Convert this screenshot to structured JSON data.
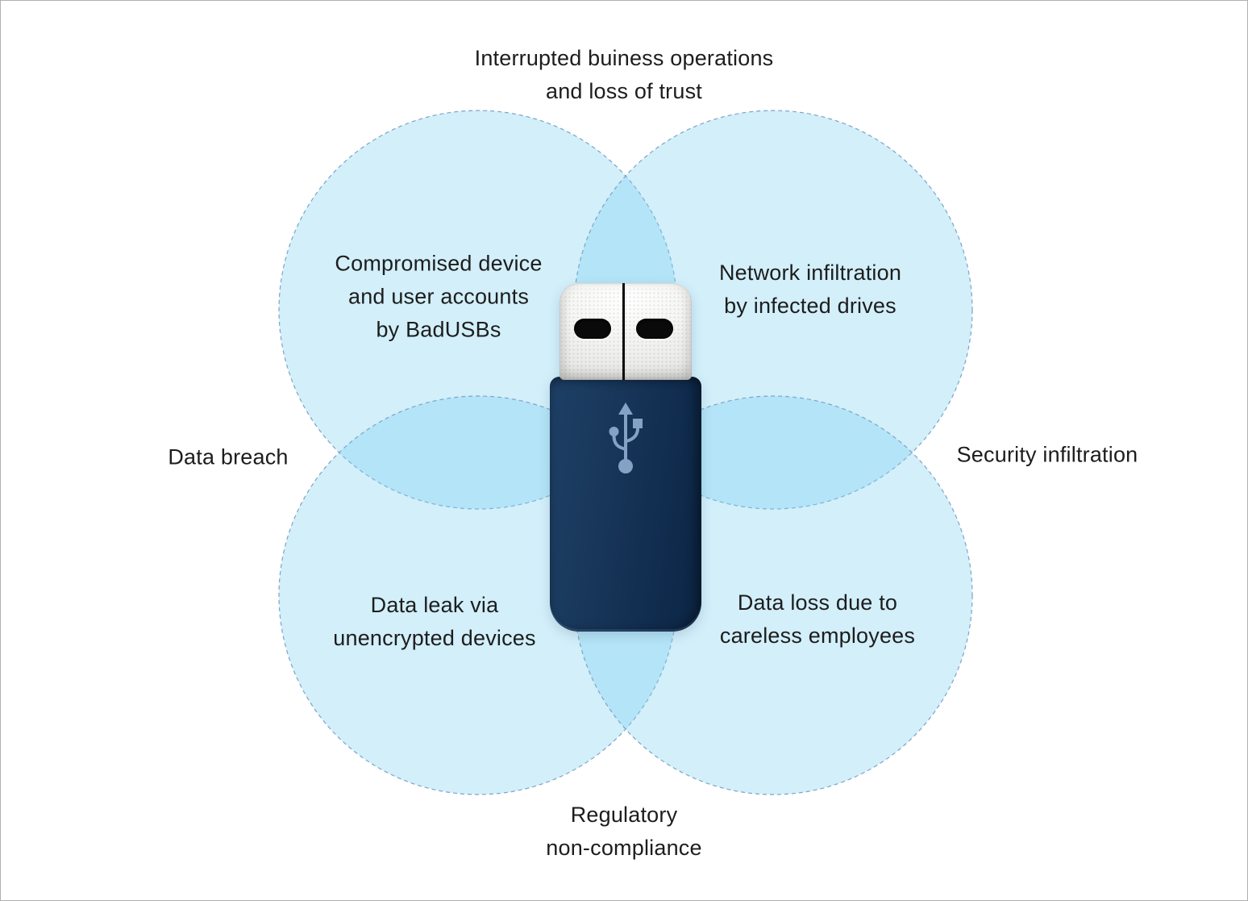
{
  "figure": {
    "type": "venn-diagram",
    "captions": {
      "top": [
        "Interrupted buiness operations",
        "and loss of trust"
      ],
      "left": [
        "Data breach"
      ],
      "right": [
        "Security infiltration"
      ],
      "bottom": [
        "Regulatory",
        "non-compliance"
      ]
    },
    "circle_labels": {
      "top_left": [
        "Compromised device",
        "and user accounts",
        "by BadUSBs"
      ],
      "top_right": [
        "Network infiltration",
        "by infected drives"
      ],
      "bottom_left": [
        "Data leak via",
        "unencrypted devices"
      ],
      "bottom_right": [
        "Data loss due to",
        "careless employees"
      ]
    },
    "center_icon": "usb-flash-drive-icon",
    "colors": {
      "background": "#ffffff",
      "circle_fill": "#7fd0f2",
      "circle_stroke": "#7da4c7",
      "text": "#1d1d1d",
      "usb_body": "#143256",
      "usb_connector": "#ededeb",
      "usb_slot": "#0a0a0a",
      "usb_symbol": "#84a2c4",
      "frame_border": "#b0b0b0"
    }
  }
}
